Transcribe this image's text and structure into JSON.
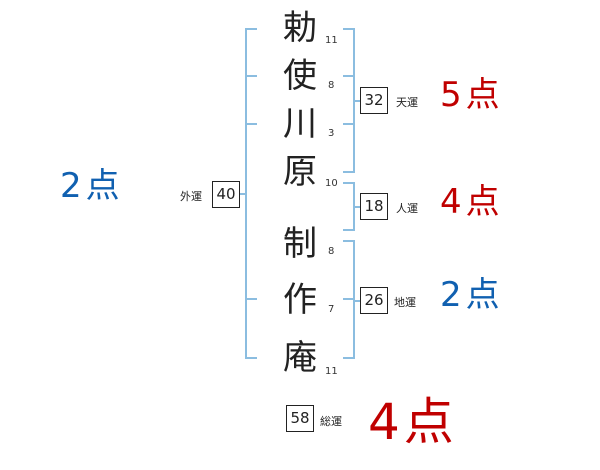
{
  "name_chars": [
    {
      "char": "勅",
      "strokes": "11"
    },
    {
      "char": "使",
      "strokes": "8"
    },
    {
      "char": "川",
      "strokes": "3"
    },
    {
      "char": "原",
      "strokes": "10"
    },
    {
      "char": "制",
      "strokes": "8"
    },
    {
      "char": "作",
      "strokes": "7"
    },
    {
      "char": "庵",
      "strokes": "11"
    }
  ],
  "fortunes": {
    "tenun": {
      "value": "32",
      "label": "天運",
      "score": "5点",
      "color": "#c00000"
    },
    "jinun": {
      "value": "18",
      "label": "人運",
      "score": "4点",
      "color": "#c00000"
    },
    "chiun": {
      "value": "26",
      "label": "地運",
      "score": "2点",
      "color": "#1060b0"
    },
    "gaiun": {
      "value": "40",
      "label": "外運",
      "score": "2点",
      "color": "#1060b0"
    },
    "souun": {
      "value": "58",
      "label": "総運",
      "score": "4点",
      "color": "#c00000"
    }
  },
  "colors": {
    "bracket": "#8bbde0"
  }
}
